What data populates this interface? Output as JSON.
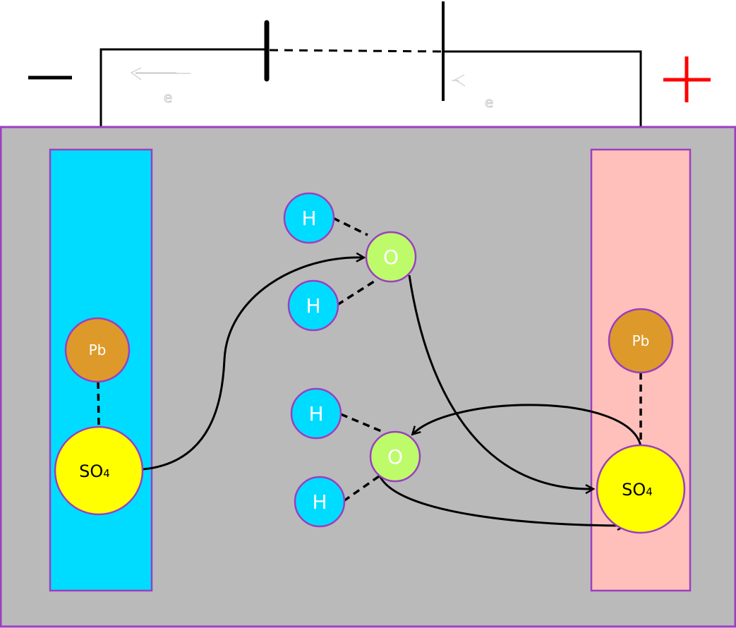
{
  "terminals": {
    "negative": "−",
    "positive": "+"
  },
  "electron_labels": [
    "e",
    "e"
  ],
  "left_electrode": {
    "pb": "Pb",
    "so4": "SO",
    "so4_sub": "4",
    "color": "#00dcff"
  },
  "right_electrode": {
    "pb": "Pb",
    "so4": "SO",
    "so4_sub": "4",
    "color": "#ffc0bb"
  },
  "molecules": [
    {
      "h1": "H",
      "h2": "H",
      "o": "O"
    },
    {
      "h1": "H",
      "h2": "H",
      "o": "O"
    }
  ],
  "colors": {
    "electrolyte": "#bababa",
    "outline": "#9b3fc0",
    "hydrogen": "#00dcff",
    "oxygen": "#bdfb6a",
    "lead": "#dd9a2a",
    "sulfate": "#ffff00",
    "positive": "#ff0000"
  }
}
